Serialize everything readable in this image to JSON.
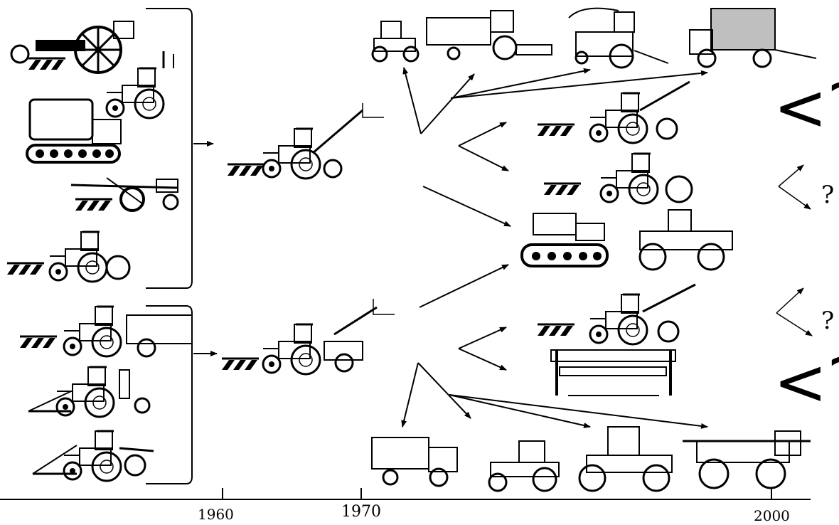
{
  "timeline": {
    "ticks": [
      "1960",
      "1970",
      "2000"
    ]
  },
  "question_marks": {
    "big_top": "<?",
    "small_mid_upper": "?",
    "small_mid_lower": "?",
    "big_bottom": "<?"
  },
  "machines": {
    "left_top_group": [
      "tractor-with-cage-wheels",
      "vintage-tractor",
      "crawler-tractor",
      "motor-plough",
      "tractor-with-rear-plough"
    ],
    "left_bottom_group": [
      "tractor-with-tool-bar",
      "tractor-with-seeder",
      "tractor-with-front-loader"
    ],
    "center": [
      "tractor-with-plough-and-loader-upper",
      "tractor-with-plough-and-loader-lower"
    ],
    "top_row": [
      "small-loader-tractor",
      "combine-harvester",
      "forage-harvester",
      "beet-harvester"
    ],
    "middle_column": [
      "tractor-with-reversible-plough-and-loader",
      "four-wheel-drive-tractor-with-plough",
      "tracked-tractor",
      "articulated-tractor",
      "tractor-with-plough-and-front-loader",
      "wide-span-gantry"
    ],
    "bottom_row": [
      "transport-truck",
      "tool-carrier",
      "self-propelled-sprayer",
      "high-clearance-sprayer"
    ]
  }
}
